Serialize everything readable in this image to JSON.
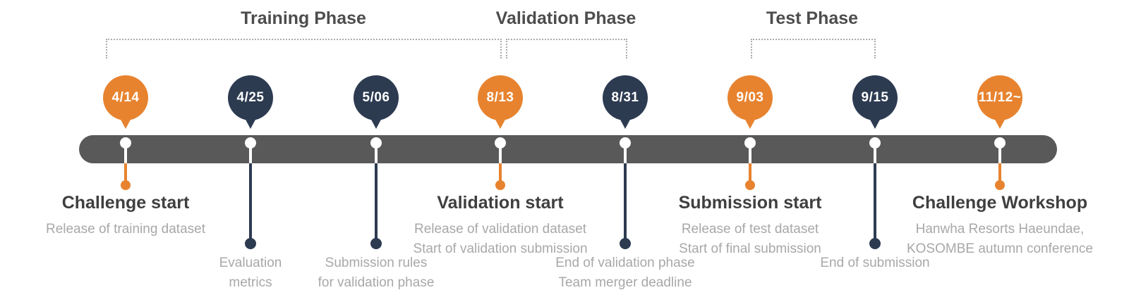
{
  "colors": {
    "orange": "#e7832f",
    "navy": "#2d3b51",
    "bar_gray": "#595959",
    "title_text": "#3f3f3f",
    "sub_text": "#a8a8a8",
    "phase_text": "#4d4d4d"
  },
  "phases": [
    {
      "label": "Training Phase"
    },
    {
      "label": "Validation Phase"
    },
    {
      "label": "Test Phase"
    }
  ],
  "markers": [
    {
      "date": "4/14",
      "color": "orange",
      "title": "Challenge start",
      "lines": [
        "Release of training dataset",
        ""
      ]
    },
    {
      "date": "4/25",
      "color": "navy",
      "title": "",
      "lines": [
        "Evaluation",
        "metrics"
      ]
    },
    {
      "date": "5/06",
      "color": "navy",
      "title": "",
      "lines": [
        "Submission rules",
        "for validation phase"
      ]
    },
    {
      "date": "8/13",
      "color": "orange",
      "title": "Validation start",
      "lines": [
        "Release of validation dataset",
        "Start of validation submission"
      ]
    },
    {
      "date": "8/31",
      "color": "navy",
      "title": "",
      "lines": [
        "End of validation phase",
        "Team merger deadline"
      ]
    },
    {
      "date": "9/03",
      "color": "orange",
      "title": "Submission start",
      "lines": [
        "Release of test dataset",
        "Start of final submission"
      ]
    },
    {
      "date": "9/15",
      "color": "navy",
      "title": "",
      "lines": [
        "End of submission",
        ""
      ]
    },
    {
      "date": "11/12~",
      "color": "orange",
      "title": "Challenge Workshop",
      "lines": [
        "Hanwha Resorts Haeundae,",
        "KOSOMBE autumn conference"
      ]
    }
  ]
}
